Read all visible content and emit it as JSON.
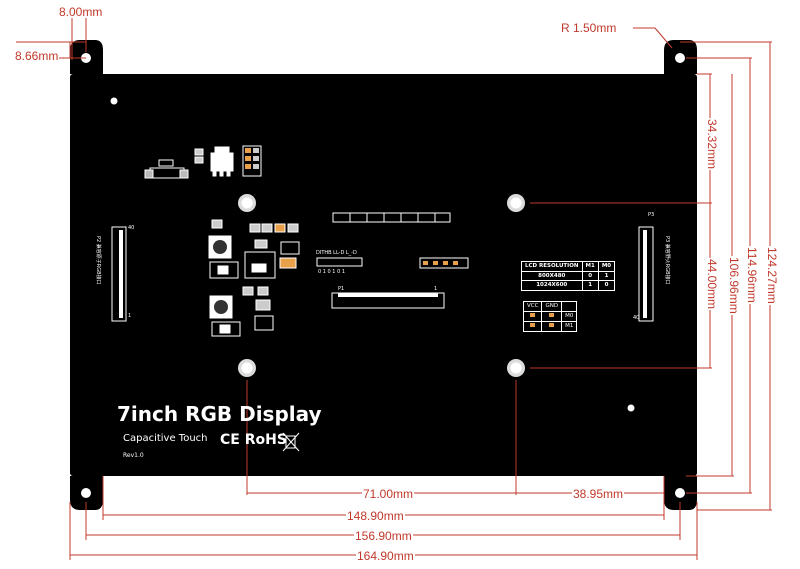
{
  "board": {
    "title": "7inch RGB Display",
    "subtitle": "Capacitive Touch",
    "revision": "Rev1.0",
    "certifications": "CE RoHS",
    "color": "#000000",
    "dimension_color": "#c0392b"
  },
  "dimensions": {
    "hole_offset_x": "8.00mm",
    "hole_offset_y": "8.66mm",
    "corner_radius": "R  1.50mm",
    "v_34_32": "34.32mm",
    "v_44_00": "44.00mm",
    "v_106_96": "106.96mm",
    "v_114_96": "114.96mm",
    "v_124_27": "124.27mm",
    "h_71_00": "71.00mm",
    "h_38_95": "38.95mm",
    "h_148_90": "148.90mm",
    "h_156_90": "156.90mm",
    "h_164_90": "164.90mm"
  },
  "silkscreen": {
    "p2_label": "P2 兼容原子RGB接口",
    "p3_label": "P3 兼容野火RGB接口",
    "p2_pin_top": "40",
    "p2_pin_bottom": "1",
    "p3_pin_top": "P3",
    "p3_pin_bottom": "40",
    "bl_labels": "DITHB      LL-D  L_-D",
    "bl_values": "0 1           0 1 0 1",
    "connector_p1": "P1",
    "connector_pin1": "1"
  },
  "resolution_table": {
    "headers": [
      "LCD RESOLUTION",
      "M1",
      "M0"
    ],
    "rows": [
      [
        "800X480",
        "0",
        "1"
      ],
      [
        "1024X600",
        "1",
        "0"
      ]
    ]
  },
  "power_table": {
    "headers": [
      "VCC",
      "GND"
    ],
    "rows": [
      "M0",
      "M1"
    ]
  }
}
